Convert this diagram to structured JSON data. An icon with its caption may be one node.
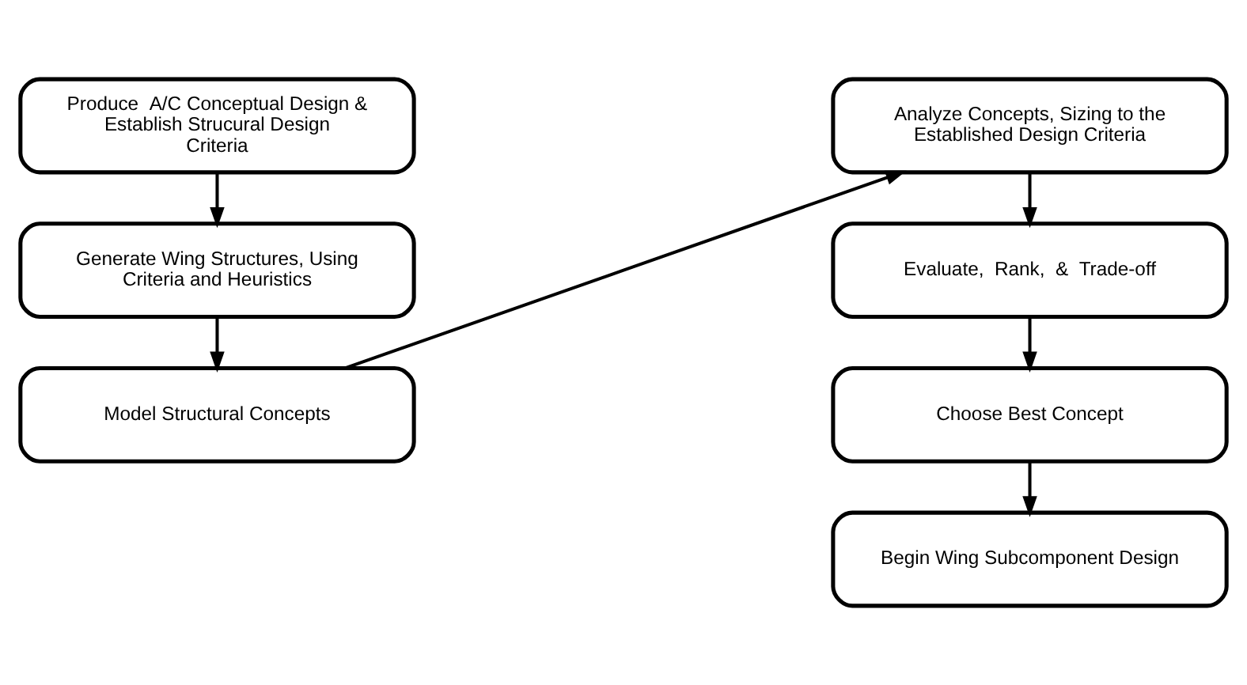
{
  "diagram": {
    "nodes": [
      {
        "text": [
          "Produce  A/C Conceptual Design & Establish Strucural Design Criteria"
        ]
      },
      {
        "text": [
          "Generate Wing Structures, Using  Criteria and Heuristics"
        ]
      },
      {
        "text": [
          "Model Structural Concepts"
        ]
      },
      {
        "text": [
          "Analyze Concepts, Sizing to the Established Design Criteria"
        ]
      },
      {
        "text": [
          "Evaluate,  Rank,  &  Trade-off"
        ]
      },
      {
        "text": [
          "Choose Best Concept"
        ]
      },
      {
        "text": [
          "Begin Wing Subcomponent Design"
        ]
      }
    ],
    "edges": [
      {
        "from": 0,
        "to": 1,
        "arrow": "to"
      },
      {
        "from": 1,
        "to": 2,
        "arrow": "to"
      },
      {
        "from": 2,
        "to": 3,
        "arrow": "to"
      },
      {
        "from": 3,
        "to": 4,
        "arrow": "to"
      },
      {
        "from": 4,
        "to": 5,
        "arrow": "to"
      },
      {
        "from": 5,
        "to": 6,
        "arrow": "to"
      }
    ]
  }
}
